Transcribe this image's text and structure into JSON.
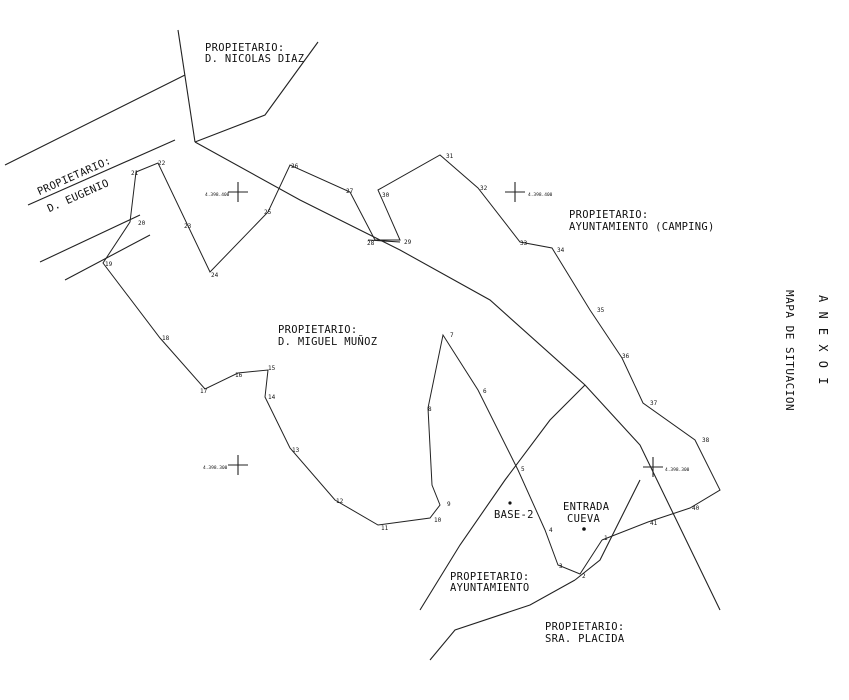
{
  "owners": {
    "nicolas_title": "PROPIETARIO:",
    "nicolas_name": "D. NICOLAS DIAZ",
    "eugenio_title": "PROPIETARIO:",
    "eugenio_name": "D. EUGENIO",
    "camping_title": "PROPIETARIO:",
    "camping_name": "AYUNTAMIENTO (CAMPING)",
    "miguel_title": "PROPIETARIO:",
    "miguel_name": "D. MIGUEL MUÑOZ",
    "ayto_title": "PROPIETARIO:",
    "ayto_name": "AYUNTAMIENTO",
    "placida_title": "PROPIETARIO:",
    "placida_name": "SRA. PLACIDA"
  },
  "features": {
    "base": "BASE-2",
    "entrance_line1": "ENTRADA",
    "entrance_line2": "CUEVA"
  },
  "annex": {
    "title": "A N E X O   I",
    "subtitle": "MAPA DE SITUACION"
  },
  "grid_marks": [
    {
      "label": "4.398.400"
    },
    {
      "label": "4.398.400"
    },
    {
      "label": "4.398.300"
    },
    {
      "label": "4.398.300"
    }
  ],
  "survey_stations": [
    "1",
    "2",
    "3",
    "4",
    "5",
    "6",
    "7",
    "8",
    "9",
    "10",
    "11",
    "12",
    "13",
    "14",
    "15",
    "16",
    "17",
    "18",
    "19",
    "20",
    "21",
    "22",
    "23",
    "24",
    "25",
    "26",
    "27",
    "28",
    "29",
    "30",
    "31",
    "32",
    "33",
    "34",
    "35",
    "36",
    "37",
    "38",
    "40",
    "41"
  ]
}
